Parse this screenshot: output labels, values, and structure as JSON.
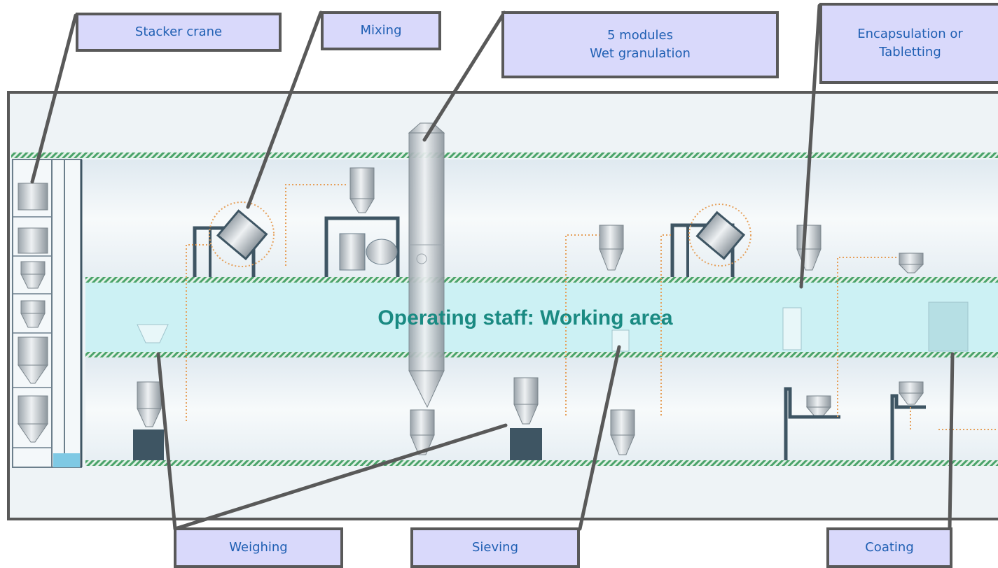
{
  "labels": {
    "stacker_crane": "Stacker crane",
    "mixing": "Mixing",
    "wet_granulation_line1": "5 modules",
    "wet_granulation_line2": "Wet granulation",
    "encapsulation_line1": "Encapsulation or",
    "encapsulation_line2": "Tabletting",
    "weighing": "Weighing",
    "sieving": "Sieving",
    "coating": "Coating"
  },
  "working_area": "Operating staff: Working area",
  "colors": {
    "label_fill": "#d9d9fb",
    "label_border": "#595959",
    "label_text": "#1f5fb3",
    "floor_stripe": "#4aa36a",
    "working_band": "#c6f0f3",
    "working_text": "#1a8a82",
    "machine_steel": "#c0c7cc",
    "frame_dark": "#3e5563",
    "flow_arrow": "#e6a05a",
    "water": "#7fc9e4"
  }
}
